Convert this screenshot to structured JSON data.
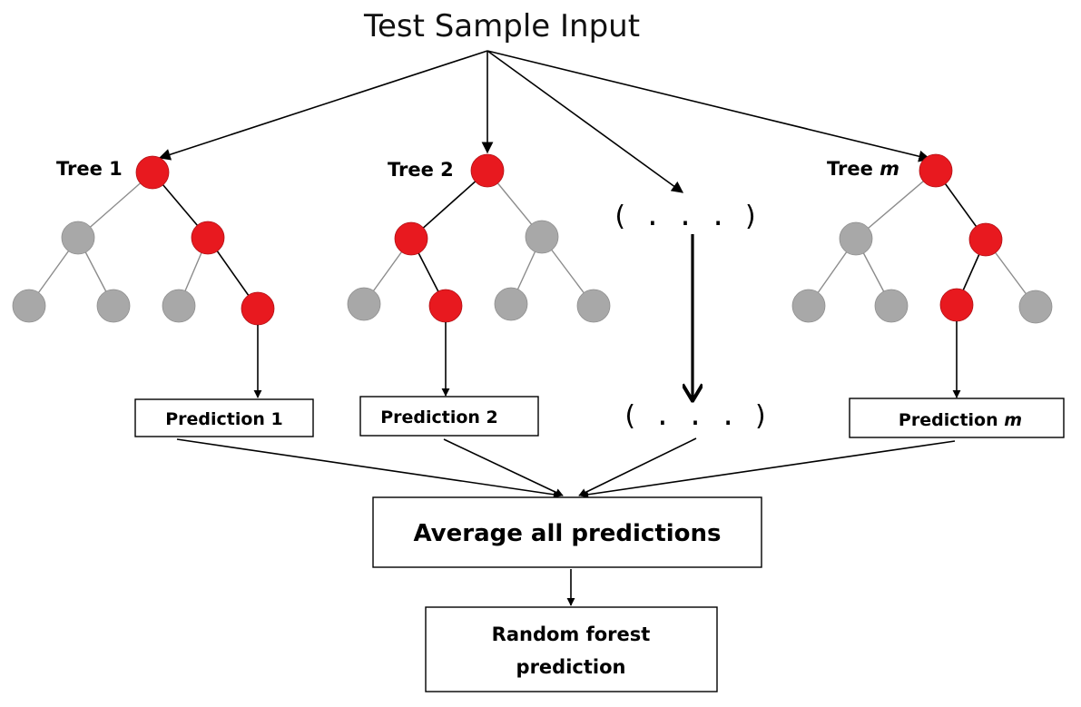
{
  "title": "Test Sample Input",
  "trees": [
    {
      "label": "Tree 1",
      "prediction": "Prediction 1"
    },
    {
      "label": "Tree 2",
      "prediction": "Prediction 2"
    },
    {
      "label_prefix": "Tree ",
      "label_var": "m",
      "prediction_prefix": "Prediction ",
      "prediction_var": "m"
    }
  ],
  "ellipsis_top": "( . . . )",
  "ellipsis_bottom": "( . . . )",
  "average_label": "Average all predictions",
  "final_label": [
    "Random forest",
    "prediction"
  ],
  "colors": {
    "decision_path_node": "#e8191f",
    "other_node": "#a8a8a8"
  }
}
